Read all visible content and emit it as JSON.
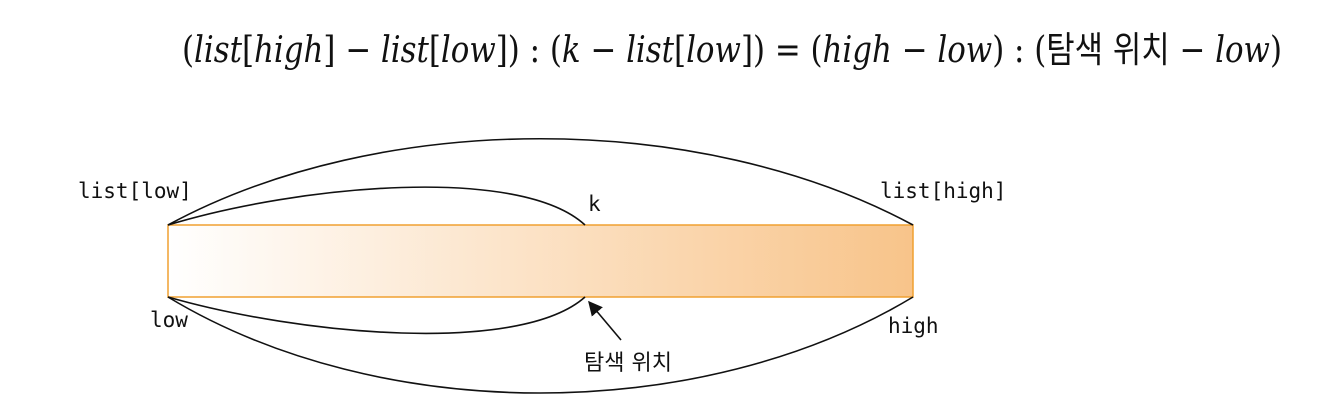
{
  "formula": {
    "parts": [
      {
        "text": "(",
        "italic": false
      },
      {
        "text": "list",
        "italic": true
      },
      {
        "text": "[",
        "italic": false
      },
      {
        "text": "high",
        "italic": true
      },
      {
        "text": "]",
        "italic": false
      },
      {
        "text": " − ",
        "italic": false
      },
      {
        "text": "list",
        "italic": true
      },
      {
        "text": "[",
        "italic": false
      },
      {
        "text": "low",
        "italic": true
      },
      {
        "text": "]) : (",
        "italic": false
      },
      {
        "text": "k",
        "italic": true
      },
      {
        "text": " − ",
        "italic": false
      },
      {
        "text": "list",
        "italic": true
      },
      {
        "text": "[",
        "italic": false
      },
      {
        "text": "low",
        "italic": true
      },
      {
        "text": "]) = (",
        "italic": false
      },
      {
        "text": "high",
        "italic": true
      },
      {
        "text": " − ",
        "italic": false
      },
      {
        "text": "low",
        "italic": true
      },
      {
        "text": ") : (탐색 위치 − ",
        "italic": false
      },
      {
        "text": "low",
        "italic": true
      },
      {
        "text": ")",
        "italic": false
      }
    ]
  },
  "labels": {
    "list_low": "list[low]",
    "k": "k",
    "list_high": "list[high]",
    "low": "low",
    "high": "high",
    "search_position": "탐색 위치"
  },
  "colors": {
    "bar_start": "#ffffff",
    "bar_end": "#f8c48a",
    "bar_border": "#f0a030",
    "curve": "#111111"
  }
}
